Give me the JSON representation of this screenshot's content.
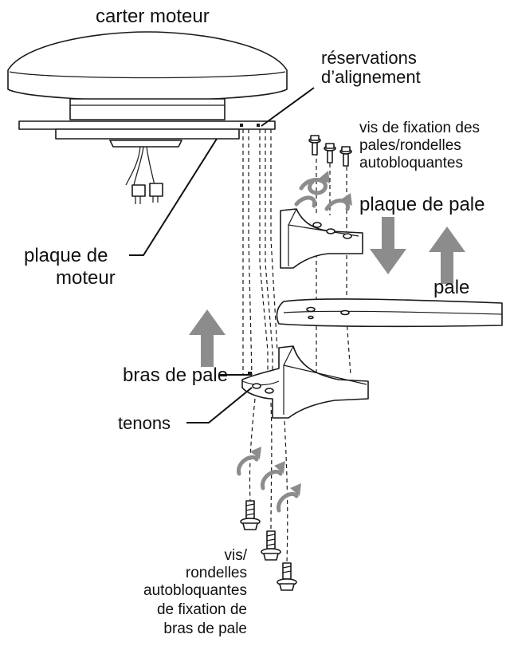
{
  "diagram": {
    "labels": {
      "motor_housing": "carter moteur",
      "alignment_slots_line1": "réservations",
      "alignment_slots_line2": "d’alignement",
      "blade_screws_line1": "vis de fixation des",
      "blade_screws_line2": "pales/rondelles",
      "blade_screws_line3": "autobloquantes",
      "blade_plate": "plaque de pale",
      "motor_plate_line1": "plaque de",
      "motor_plate_line2": "moteur",
      "blade": "pale",
      "blade_arm": "bras de pale",
      "tenons": "tenons",
      "arm_screws_line1": "vis/",
      "arm_screws_line2": "rondelles",
      "arm_screws_line3": "autobloquantes",
      "arm_screws_line4": "de fixation de",
      "arm_screws_line5": "bras de pale"
    },
    "colors": {
      "arrow": "#8c8c8c",
      "line": "#1a1a1a"
    }
  }
}
